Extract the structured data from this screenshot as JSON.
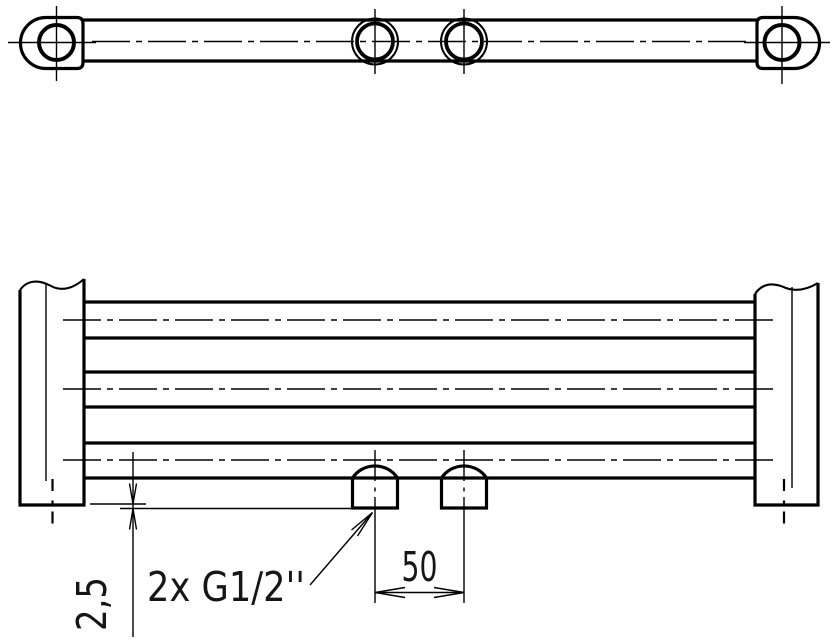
{
  "page": {
    "background": "#ffffff",
    "line_color": "#000000",
    "text_color": "#161616"
  },
  "labels": {
    "offset_dimension": "2,5",
    "connection_spec": "2x G1/2''",
    "spacing_dimension": "50"
  }
}
